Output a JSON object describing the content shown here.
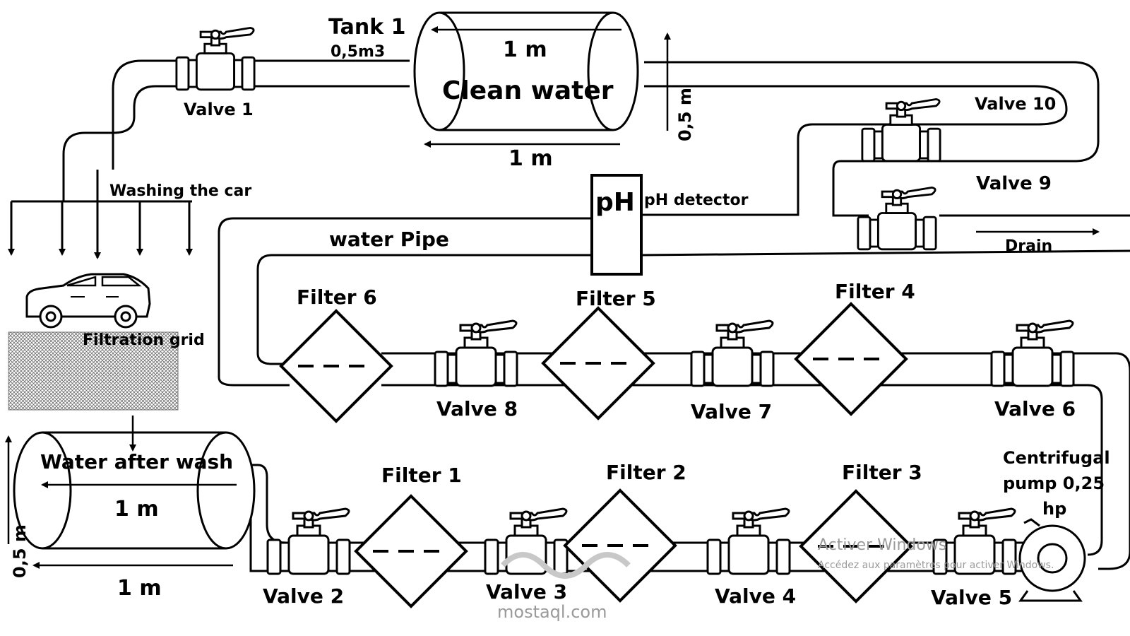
{
  "tank1": {
    "title": "Tank 1",
    "capacity": "0,5m3",
    "content": "Clean water",
    "length_top": "1 m",
    "length_bottom": "1 m",
    "height": "0,5 m"
  },
  "tank2": {
    "content": "Water after wash",
    "length_inside": "1 m",
    "length_bottom": "1 m",
    "height": "0,5 m"
  },
  "washing": "Washing the car",
  "filtration_grid": "Filtration grid",
  "ph": {
    "symbol": "pH",
    "label": "pH detector"
  },
  "water_pipe": "water Pipe",
  "drain": "Drain",
  "pump": {
    "line1": "Centrifugal",
    "line2": "pump 0,25",
    "line3": "hp"
  },
  "valves": {
    "v1": "Valve 1",
    "v2": "Valve 2",
    "v3": "Valve 3",
    "v4": "Valve 4",
    "v5": "Valve 5",
    "v6": "Valve 6",
    "v7": "Valve 7",
    "v8": "Valve 8",
    "v9": "Valve 9",
    "v10": "Valve 10"
  },
  "filters": {
    "f1": "Filter 1",
    "f2": "Filter 2",
    "f3": "Filter 3",
    "f4": "Filter 4",
    "f5": "Filter 5",
    "f6": "Filter 6"
  },
  "watermark": {
    "activate_title": "Activer Windows",
    "activate_sub": "Accédez aux paramètres pour activer Windows.",
    "site": "mostaql.com"
  }
}
